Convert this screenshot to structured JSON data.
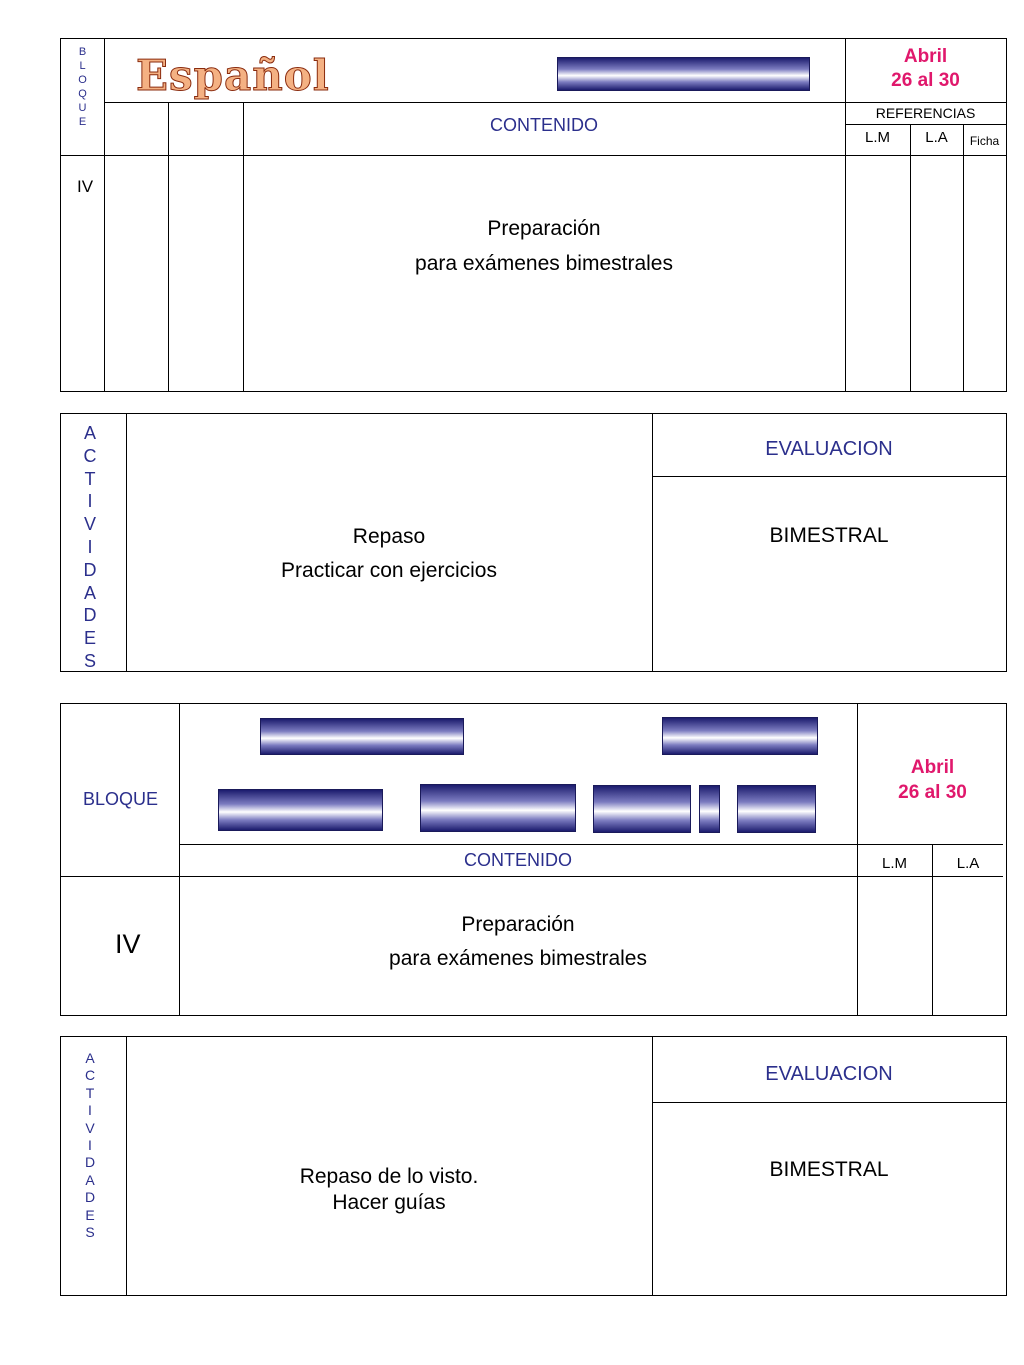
{
  "section1": {
    "side_label_letters": [
      "B",
      "L",
      "O",
      "Q",
      "U",
      "E"
    ],
    "subject_title": "Español",
    "date_line1": "Abril",
    "date_line2": "26 al 30",
    "references_label": "REFERENCIAS",
    "content_header": "CONTENIDO",
    "col_lm": "L.M",
    "col_la": "L.A",
    "col_ficha": "Ficha",
    "block_number": "IV",
    "content_line1": "Preparación",
    "content_line2": "para exámenes bimestrales"
  },
  "section2": {
    "side_label_letters": [
      "A",
      "C",
      "T",
      "I",
      "V",
      "I",
      "D",
      "A",
      "D",
      "E",
      "S"
    ],
    "activities_line1": "Repaso",
    "activities_line2": "Practicar con ejercicios",
    "evaluation_header": "EVALUACION",
    "evaluation_value": "BIMESTRAL"
  },
  "section3": {
    "block_label": "BLOQUE",
    "date_line1": "Abril",
    "date_line2": "26 al 30",
    "content_header": "CONTENIDO",
    "col_lm": "L.M",
    "col_la": "L.A",
    "block_number": "IV",
    "content_line1": "Preparación",
    "content_line2": "para exámenes bimestrales"
  },
  "section4": {
    "side_label_letters": [
      "A",
      "C",
      "T",
      "I",
      "V",
      "I",
      "D",
      "A",
      "D",
      "E",
      "S"
    ],
    "activities_line1": "Repaso de lo visto.",
    "activities_line2": "Hacer guías",
    "evaluation_header": "EVALUACION",
    "evaluation_value": "BIMESTRAL"
  },
  "colors": {
    "accent_blue": "#2b2f8c",
    "date_pink": "#e0186c",
    "title_fill": "#f4b183"
  }
}
